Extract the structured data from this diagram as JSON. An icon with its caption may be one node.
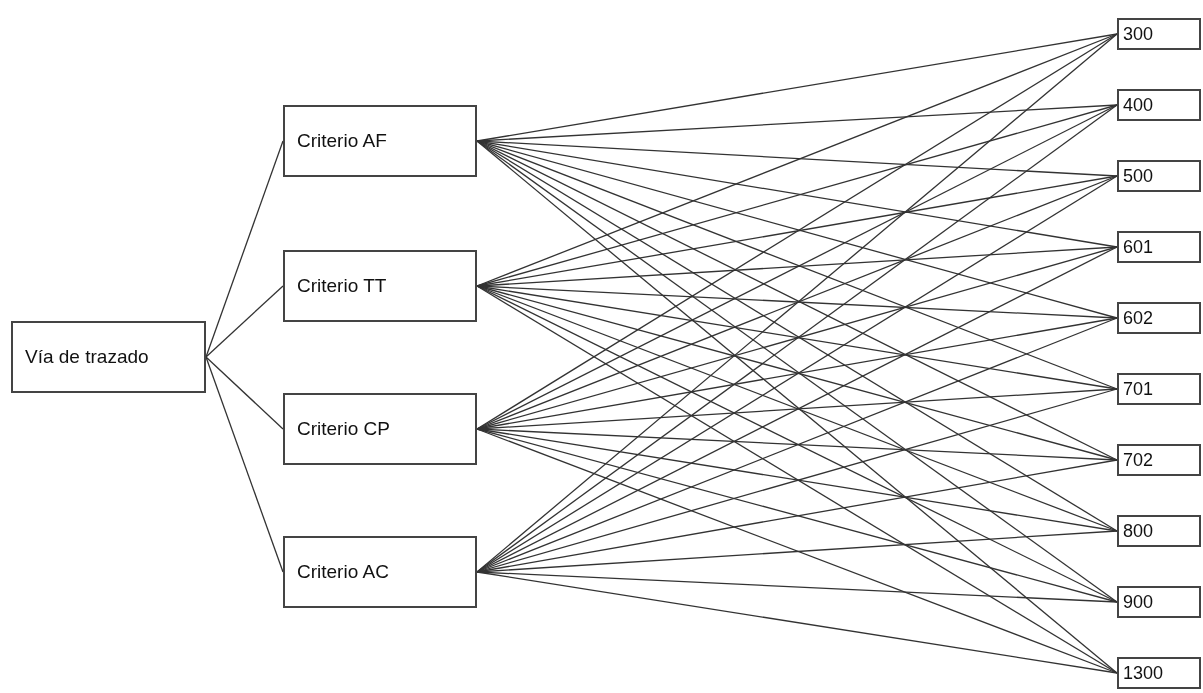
{
  "diagram": {
    "nodes": [
      {
        "text": [
          "Vía de trazado"
        ]
      },
      {
        "text": [
          "Criterio AF"
        ]
      },
      {
        "text": [
          "Criterio TT"
        ]
      },
      {
        "text": [
          "Criterio CP"
        ]
      },
      {
        "text": [
          "Criterio AC"
        ]
      },
      {
        "text": [
          "300"
        ]
      },
      {
        "text": [
          "400"
        ]
      },
      {
        "text": [
          "500"
        ]
      },
      {
        "text": [
          "601"
        ]
      },
      {
        "text": [
          "602"
        ]
      },
      {
        "text": [
          "701"
        ]
      },
      {
        "text": [
          "702"
        ]
      },
      {
        "text": [
          "800"
        ]
      },
      {
        "text": [
          "900"
        ]
      },
      {
        "text": [
          "1300"
        ]
      }
    ],
    "edges": [
      {
        "from": 0,
        "to": 1,
        "arrow": "none"
      },
      {
        "from": 0,
        "to": 2,
        "arrow": "none"
      },
      {
        "from": 0,
        "to": 3,
        "arrow": "none"
      },
      {
        "from": 0,
        "to": 4,
        "arrow": "none"
      },
      {
        "from": 1,
        "to": 5,
        "arrow": "none"
      },
      {
        "from": 1,
        "to": 6,
        "arrow": "none"
      },
      {
        "from": 1,
        "to": 7,
        "arrow": "none"
      },
      {
        "from": 1,
        "to": 8,
        "arrow": "none"
      },
      {
        "from": 1,
        "to": 9,
        "arrow": "none"
      },
      {
        "from": 1,
        "to": 10,
        "arrow": "none"
      },
      {
        "from": 1,
        "to": 11,
        "arrow": "none"
      },
      {
        "from": 1,
        "to": 12,
        "arrow": "none"
      },
      {
        "from": 1,
        "to": 13,
        "arrow": "none"
      },
      {
        "from": 1,
        "to": 14,
        "arrow": "none"
      },
      {
        "from": 2,
        "to": 5,
        "arrow": "none"
      },
      {
        "from": 2,
        "to": 6,
        "arrow": "none"
      },
      {
        "from": 2,
        "to": 7,
        "arrow": "none"
      },
      {
        "from": 2,
        "to": 8,
        "arrow": "none"
      },
      {
        "from": 2,
        "to": 9,
        "arrow": "none"
      },
      {
        "from": 2,
        "to": 10,
        "arrow": "none"
      },
      {
        "from": 2,
        "to": 11,
        "arrow": "none"
      },
      {
        "from": 2,
        "to": 12,
        "arrow": "none"
      },
      {
        "from": 2,
        "to": 13,
        "arrow": "none"
      },
      {
        "from": 2,
        "to": 14,
        "arrow": "none"
      },
      {
        "from": 3,
        "to": 5,
        "arrow": "none"
      },
      {
        "from": 3,
        "to": 6,
        "arrow": "none"
      },
      {
        "from": 3,
        "to": 7,
        "arrow": "none"
      },
      {
        "from": 3,
        "to": 8,
        "arrow": "none"
      },
      {
        "from": 3,
        "to": 9,
        "arrow": "none"
      },
      {
        "from": 3,
        "to": 10,
        "arrow": "none"
      },
      {
        "from": 3,
        "to": 11,
        "arrow": "none"
      },
      {
        "from": 3,
        "to": 12,
        "arrow": "none"
      },
      {
        "from": 3,
        "to": 13,
        "arrow": "none"
      },
      {
        "from": 3,
        "to": 14,
        "arrow": "none"
      },
      {
        "from": 4,
        "to": 5,
        "arrow": "none"
      },
      {
        "from": 4,
        "to": 6,
        "arrow": "none"
      },
      {
        "from": 4,
        "to": 7,
        "arrow": "none"
      },
      {
        "from": 4,
        "to": 8,
        "arrow": "none"
      },
      {
        "from": 4,
        "to": 9,
        "arrow": "none"
      },
      {
        "from": 4,
        "to": 10,
        "arrow": "none"
      },
      {
        "from": 4,
        "to": 11,
        "arrow": "none"
      },
      {
        "from": 4,
        "to": 12,
        "arrow": "none"
      },
      {
        "from": 4,
        "to": 13,
        "arrow": "none"
      },
      {
        "from": 4,
        "to": 14,
        "arrow": "none"
      }
    ]
  }
}
